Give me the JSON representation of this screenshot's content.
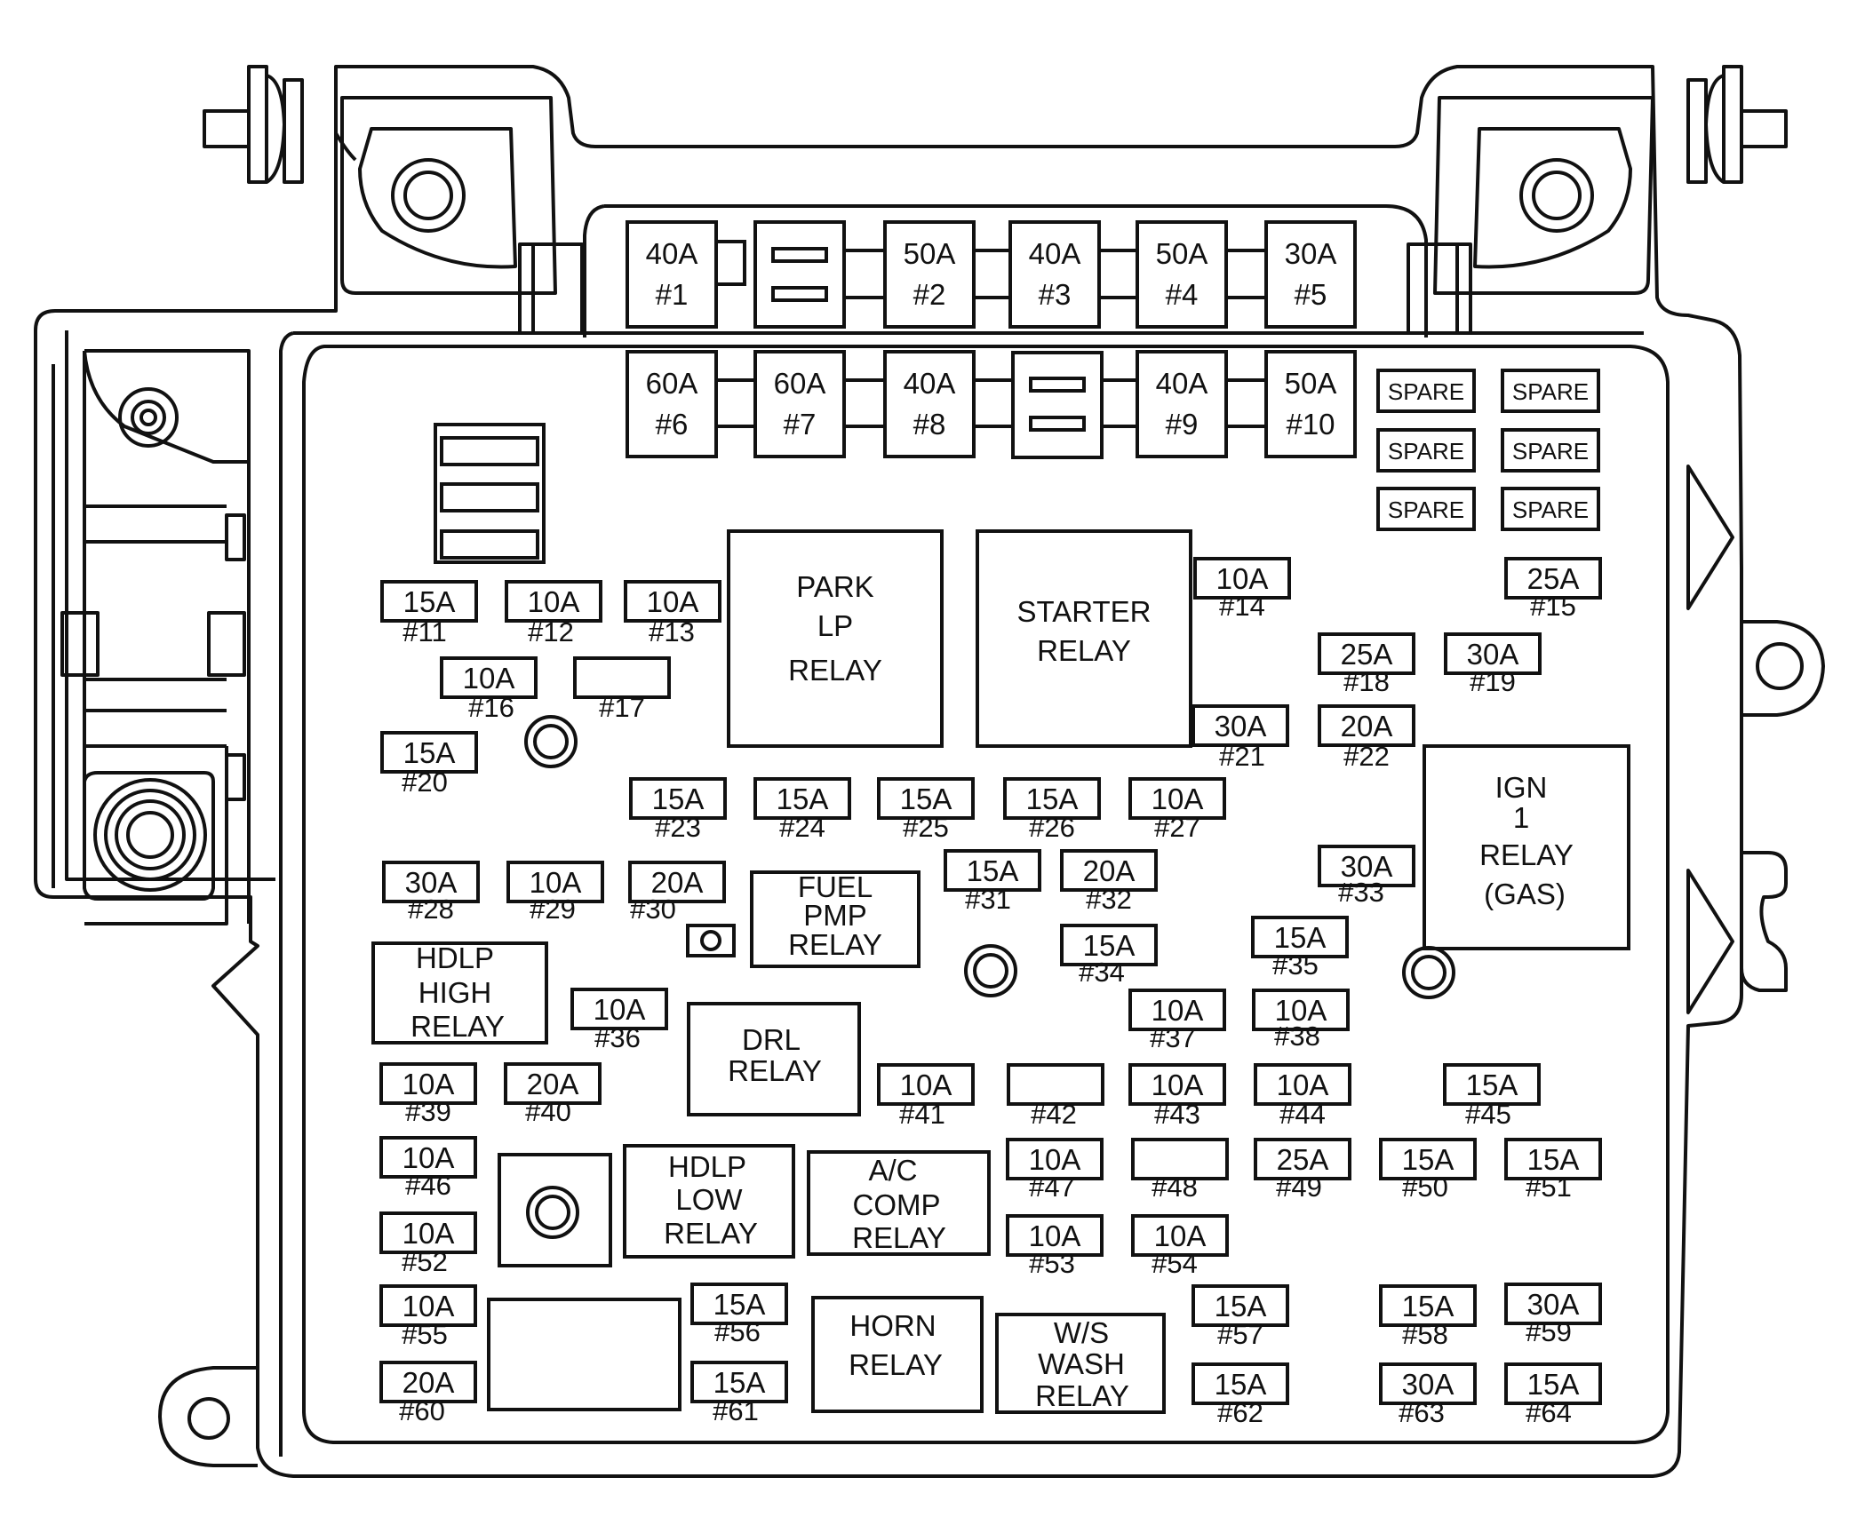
{
  "colors": {
    "ink": "#111111",
    "background": "#ffffff"
  },
  "maxi_fuses": [
    {
      "rating": "40A",
      "number": "#1"
    },
    {
      "rating": "50A",
      "number": "#2"
    },
    {
      "rating": "40A",
      "number": "#3"
    },
    {
      "rating": "50A",
      "number": "#4"
    },
    {
      "rating": "30A",
      "number": "#5"
    },
    {
      "rating": "60A",
      "number": "#6"
    },
    {
      "rating": "60A",
      "number": "#7"
    },
    {
      "rating": "40A",
      "number": "#8"
    },
    {
      "rating": "40A",
      "number": "#9"
    },
    {
      "rating": "50A",
      "number": "#10"
    }
  ],
  "spares": [
    "SPARE",
    "SPARE",
    "SPARE",
    "SPARE",
    "SPARE",
    "SPARE"
  ],
  "mini_fuses": [
    {
      "rating": "15A",
      "number": "#11"
    },
    {
      "rating": "10A",
      "number": "#12"
    },
    {
      "rating": "10A",
      "number": "#13"
    },
    {
      "rating": "10A",
      "number": "#14"
    },
    {
      "rating": "25A",
      "number": "#15"
    },
    {
      "rating": "10A",
      "number": "#16"
    },
    {
      "rating": "",
      "number": "#17"
    },
    {
      "rating": "25A",
      "number": "#18"
    },
    {
      "rating": "30A",
      "number": "#19"
    },
    {
      "rating": "15A",
      "number": "#20"
    },
    {
      "rating": "30A",
      "number": "#21"
    },
    {
      "rating": "20A",
      "number": "#22"
    },
    {
      "rating": "15A",
      "number": "#23"
    },
    {
      "rating": "15A",
      "number": "#24"
    },
    {
      "rating": "15A",
      "number": "#25"
    },
    {
      "rating": "15A",
      "number": "#26"
    },
    {
      "rating": "10A",
      "number": "#27"
    },
    {
      "rating": "30A",
      "number": "#28"
    },
    {
      "rating": "10A",
      "number": "#29"
    },
    {
      "rating": "20A",
      "number": "#30"
    },
    {
      "rating": "15A",
      "number": "#31"
    },
    {
      "rating": "20A",
      "number": "#32"
    },
    {
      "rating": "30A",
      "number": "#33"
    },
    {
      "rating": "15A",
      "number": "#34"
    },
    {
      "rating": "15A",
      "number": "#35"
    },
    {
      "rating": "10A",
      "number": "#36"
    },
    {
      "rating": "10A",
      "number": "#37"
    },
    {
      "rating": "10A",
      "number": "#38"
    },
    {
      "rating": "10A",
      "number": "#39"
    },
    {
      "rating": "20A",
      "number": "#40"
    },
    {
      "rating": "10A",
      "number": "#41"
    },
    {
      "rating": "",
      "number": "#42"
    },
    {
      "rating": "10A",
      "number": "#43"
    },
    {
      "rating": "10A",
      "number": "#44"
    },
    {
      "rating": "15A",
      "number": "#45"
    },
    {
      "rating": "10A",
      "number": "#46"
    },
    {
      "rating": "10A",
      "number": "#47"
    },
    {
      "rating": "",
      "number": "#48"
    },
    {
      "rating": "25A",
      "number": "#49"
    },
    {
      "rating": "15A",
      "number": "#50"
    },
    {
      "rating": "15A",
      "number": "#51"
    },
    {
      "rating": "10A",
      "number": "#52"
    },
    {
      "rating": "10A",
      "number": "#53"
    },
    {
      "rating": "10A",
      "number": "#54"
    },
    {
      "rating": "10A",
      "number": "#55"
    },
    {
      "rating": "15A",
      "number": "#56"
    },
    {
      "rating": "15A",
      "number": "#57"
    },
    {
      "rating": "15A",
      "number": "#58"
    },
    {
      "rating": "30A",
      "number": "#59"
    },
    {
      "rating": "20A",
      "number": "#60"
    },
    {
      "rating": "15A",
      "number": "#61"
    },
    {
      "rating": "15A",
      "number": "#62"
    },
    {
      "rating": "30A",
      "number": "#63"
    },
    {
      "rating": "15A",
      "number": "#64"
    }
  ],
  "relays": {
    "park_lp": [
      "PARK",
      "LP",
      "RELAY"
    ],
    "starter": [
      "STARTER",
      "RELAY"
    ],
    "ign1": [
      "IGN",
      "1",
      "RELAY",
      "(GAS)"
    ],
    "fuel_pmp": [
      "FUEL",
      "PMP",
      "RELAY"
    ],
    "hdlp_high": [
      "HDLP",
      "HIGH",
      "RELAY"
    ],
    "drl": [
      "DRL",
      "RELAY"
    ],
    "hdlp_low": [
      "HDLP",
      "LOW",
      "RELAY"
    ],
    "ac_comp": [
      "A/C",
      "COMP",
      "RELAY"
    ],
    "horn": [
      "HORN",
      "RELAY"
    ],
    "ws_wash": [
      "W/S",
      "WASH",
      "RELAY"
    ]
  }
}
